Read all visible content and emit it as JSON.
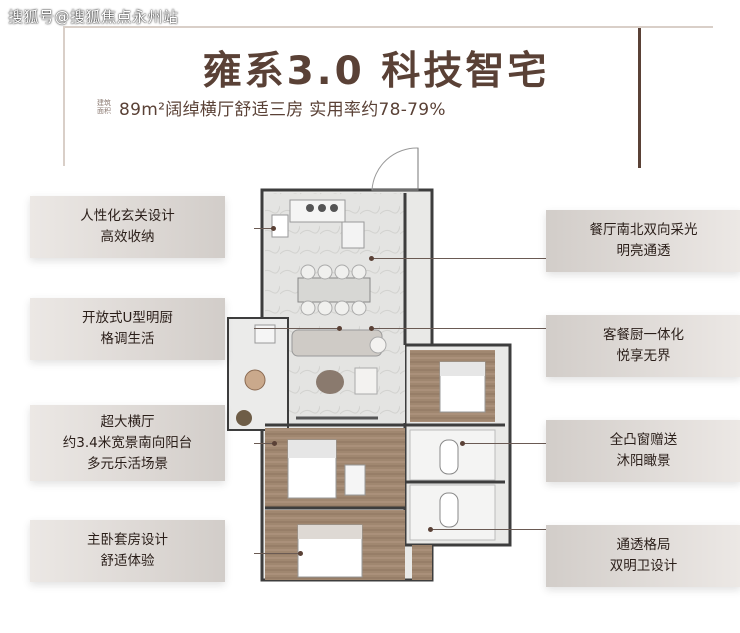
{
  "watermark": "搜狐号@搜狐焦点永州站",
  "header": {
    "title": "雍系3.0 科技智宅",
    "small_label": "建筑面积",
    "subtitle": "89m²阔绰横厅舒适三房 实用率约78-79%"
  },
  "features_left": [
    {
      "line1": "人性化玄关设计",
      "line2": "高效收纳"
    },
    {
      "line1": "开放式U型明厨",
      "line2": "格调生活"
    },
    {
      "line1": "超大横厅",
      "line2": "约3.4米宽景南向阳台",
      "line3": "多元乐活场景"
    },
    {
      "line1": "主卧套房设计",
      "line2": "舒适体验"
    }
  ],
  "features_right": [
    {
      "line1": "餐厅南北双向采光",
      "line2": "明亮通透"
    },
    {
      "line1": "客餐厨一体化",
      "line2": "悦享无界"
    },
    {
      "line1": "全凸窗赠送",
      "line2": "沐阳瞰景"
    },
    {
      "line1": "通透格局",
      "line2": "双明卫设计"
    }
  ],
  "colors": {
    "brand": "#5a4136",
    "card_light": "#ece8e5",
    "card_dark": "#d2cdc9"
  },
  "icon": "floor-plan-illustration"
}
